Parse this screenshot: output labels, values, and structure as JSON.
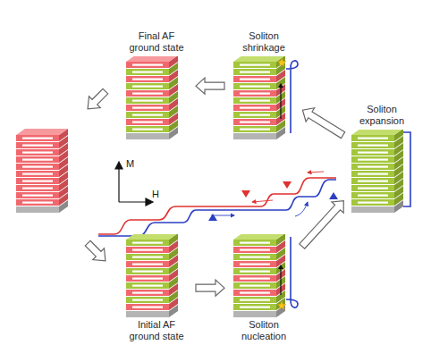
{
  "diagram": {
    "nodes": [
      {
        "text": [
          "Final AF ground state"
        ]
      },
      {
        "text": [
          "Soliton shrinkage"
        ]
      },
      {
        "text": [
          "Soliton expansion"
        ]
      },
      {
        "text": [
          "Initial AF ground state"
        ]
      },
      {
        "text": [
          "Soliton nucleation"
        ]
      }
    ],
    "edges": [
      {
        "from": 3,
        "to": 4,
        "arrow": "to"
      },
      {
        "from": 4,
        "to": 2,
        "arrow": "to"
      },
      {
        "from": 2,
        "to": 1,
        "arrow": "to"
      },
      {
        "from": 1,
        "to": 0,
        "arrow": "to"
      }
    ],
    "labels": [
      "M",
      "H"
    ]
  }
}
